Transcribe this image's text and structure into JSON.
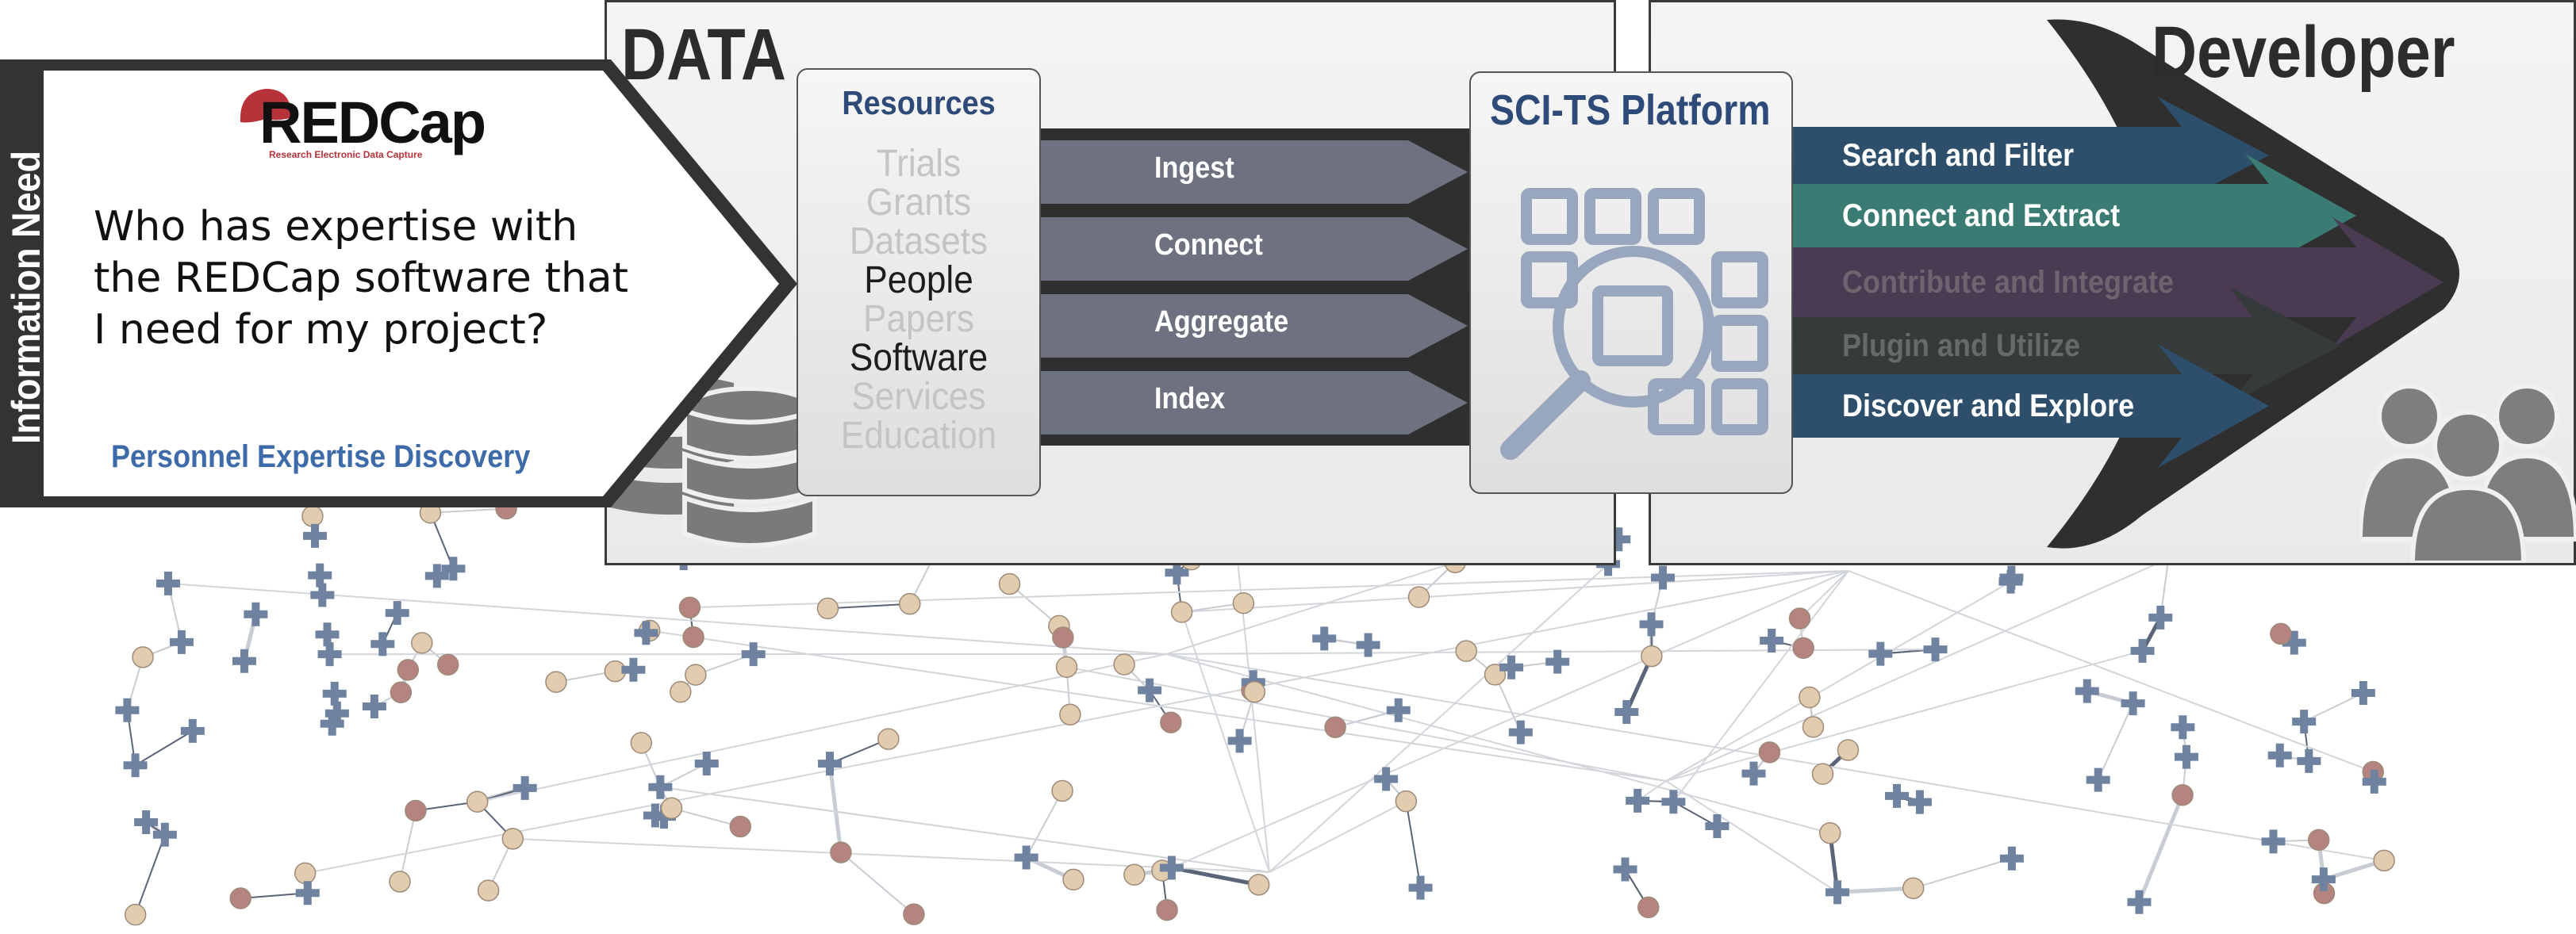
{
  "side_label": "Information Need",
  "logo": {
    "text": "REDCap",
    "tagline": "Research Electronic Data Capture"
  },
  "question": {
    "line1": "Who has expertise with",
    "line2": "the REDCap software that",
    "line3": "I need for my project?"
  },
  "subtitle": "Personnel Expertise Discovery",
  "data_heading": "DATA",
  "developer_heading": "Developer",
  "resources": {
    "title": "Resources",
    "items": [
      {
        "label": "Trials",
        "active": false
      },
      {
        "label": "Grants",
        "active": false
      },
      {
        "label": "Datasets",
        "active": false
      },
      {
        "label": "People",
        "active": true
      },
      {
        "label": "Papers",
        "active": false
      },
      {
        "label": "Software",
        "active": true
      },
      {
        "label": "Services",
        "active": false
      },
      {
        "label": "Education",
        "active": false
      }
    ]
  },
  "pipeline": [
    "Ingest",
    "Connect",
    "Aggregate",
    "Index"
  ],
  "platform": {
    "title": "SCI-TS Platform"
  },
  "outputs": [
    {
      "label": "Search and Filter",
      "active": true
    },
    {
      "label": "Connect and Extract",
      "active": true
    },
    {
      "label": "Contribute and Integrate",
      "active": false
    },
    {
      "label": "Plugin and Utilize",
      "active": false
    },
    {
      "label": "Discover and Explore",
      "active": true
    }
  ],
  "colors": {
    "panel_border": "#3a3a3a",
    "heading_blue": "#2e4a78",
    "subtitle_blue": "#3d6aa8",
    "pipeline_arrow": "#6e7280",
    "dark_band": "#2f2f2f",
    "output_blue": "#2d4f6b",
    "output_teal": "#3a7b74",
    "output_purple": "#4a3a52",
    "network_cross": "#6f83a0",
    "network_tan": "#e2ccb0",
    "network_rose": "#b58380",
    "logo_red": "#b8323a"
  },
  "icons": [
    "database-icon",
    "search-grid-icon",
    "users-group-icon",
    "redcap-hat-icon"
  ]
}
